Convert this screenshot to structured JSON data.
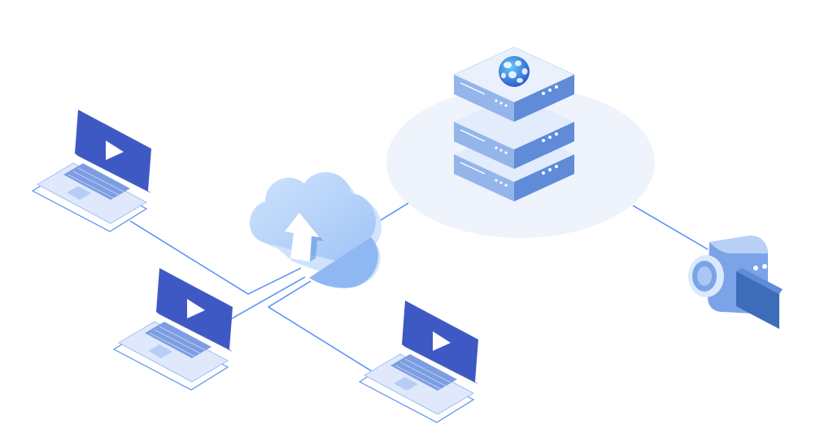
{
  "diagram": {
    "nodes": [
      {
        "id": "laptop-top-left",
        "icon": "laptop-play-icon"
      },
      {
        "id": "laptop-bottom-left",
        "icon": "laptop-play-icon"
      },
      {
        "id": "laptop-bottom-center",
        "icon": "laptop-play-icon"
      },
      {
        "id": "cloud",
        "icon": "cloud-upload-icon"
      },
      {
        "id": "server",
        "icon": "server-stack-icon",
        "badge": "sphere-logo-icon"
      },
      {
        "id": "camera",
        "icon": "video-camera-icon"
      }
    ],
    "edges": [
      {
        "from": "laptop-top-left",
        "to": "cloud"
      },
      {
        "from": "laptop-bottom-left",
        "to": "cloud"
      },
      {
        "from": "laptop-bottom-center",
        "to": "cloud"
      },
      {
        "from": "cloud",
        "to": "server"
      },
      {
        "from": "server",
        "to": "camera"
      }
    ]
  },
  "colors": {
    "line": "#4f8ef7",
    "laptop_screen": "#3f59c4",
    "laptop_base": "#dfe9fb",
    "laptop_outline": "#5b8ff0",
    "cloud": "#a9ccf9",
    "cloud_dark": "#7fb0f2",
    "server_top": "#e8f0fd",
    "server_side": "#5f8bd9",
    "server_front": "#93b5ea",
    "halo": "#eef3fc",
    "camera": "#7aa3e8",
    "camera_panel": "#3d6cb8"
  }
}
